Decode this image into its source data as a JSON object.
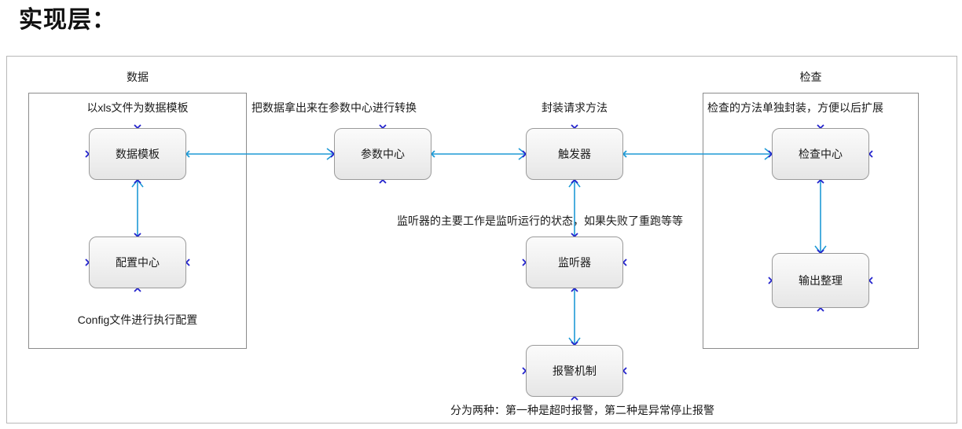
{
  "page": {
    "title": "实现层："
  },
  "diagram": {
    "groups": [
      {
        "id": "data",
        "title": "数据"
      },
      {
        "id": "check",
        "title": "检查"
      }
    ],
    "nodes": [
      {
        "id": "data-template",
        "label": "数据模板"
      },
      {
        "id": "config-center",
        "label": "配置中心"
      },
      {
        "id": "param-center",
        "label": "参数中心"
      },
      {
        "id": "trigger",
        "label": "触发器"
      },
      {
        "id": "listener",
        "label": "监听器"
      },
      {
        "id": "alarm",
        "label": "报警机制"
      },
      {
        "id": "check-center",
        "label": "检查中心"
      },
      {
        "id": "output",
        "label": "输出整理"
      }
    ],
    "captions": {
      "xls_template": "以xls文件为数据模板",
      "config_file": "Config文件进行执行配置",
      "convert": "把数据拿出来在参数中心进行转换",
      "wrap_request": "封装请求方法",
      "check_package": "检查的方法单独封装，方便以后扩展",
      "listener_desc": "监听器的主要工作是监听运行的状态，如果失败了重跑等等",
      "alarm_desc": "分为两种：第一种是超时报警，第二种是异常停止报警"
    },
    "edges": [
      {
        "from": "data-template",
        "to": "param-center",
        "direction": "right"
      },
      {
        "from": "param-center",
        "to": "trigger",
        "direction": "right"
      },
      {
        "from": "trigger",
        "to": "check-center",
        "direction": "right"
      },
      {
        "from": "config-center",
        "to": "data-template",
        "direction": "up"
      },
      {
        "from": "listener",
        "to": "trigger",
        "direction": "up"
      },
      {
        "from": "listener",
        "to": "alarm",
        "direction": "down"
      },
      {
        "from": "check-center",
        "to": "output",
        "direction": "down"
      }
    ],
    "colors": {
      "connector": "#1e9ad6",
      "handle": "#2222cc",
      "node_border": "#9a9a9a",
      "group_border": "#8c8c8c",
      "canvas_border": "#b8b8b8",
      "text": "#1a1a1a"
    }
  }
}
